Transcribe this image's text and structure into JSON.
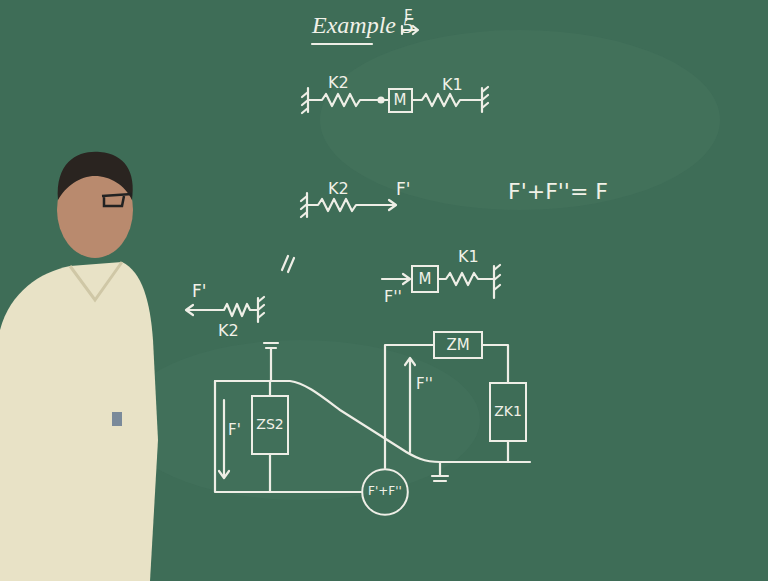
{
  "diagram": {
    "title": "Example 5",
    "nodes": [
      {
        "text": [
          "M"
        ]
      },
      {
        "text": [
          "M"
        ]
      },
      {
        "text": [
          "ZM"
        ]
      },
      {
        "text": [
          "ZS2"
        ]
      },
      {
        "text": [
          "ZK1"
        ]
      },
      {
        "text": [
          "F'+F''"
        ]
      }
    ],
    "edges": [
      {
        "from": 2,
        "to": 4,
        "arrow": "none"
      },
      {
        "from": 3,
        "to": 5,
        "arrow": "none"
      },
      {
        "from": 5,
        "to": 2,
        "arrow": "none"
      }
    ],
    "labels": [
      "F",
      "K2",
      "K1",
      "K2",
      "F'",
      "F'+F''= F",
      "K1",
      "F''",
      "F'",
      "K2",
      "F'",
      "F''"
    ]
  }
}
